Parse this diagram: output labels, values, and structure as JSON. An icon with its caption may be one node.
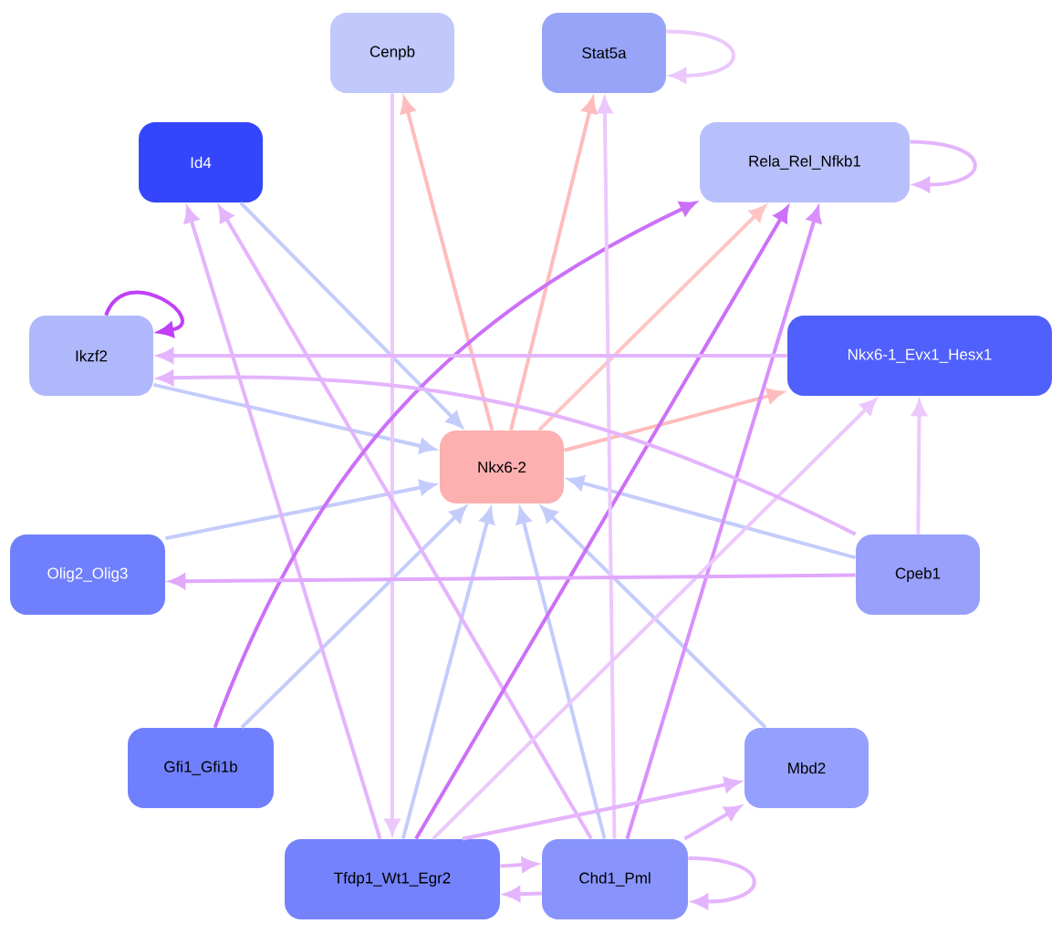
{
  "diagram": {
    "nodes": [
      {
        "text": [
          "Cenpb"
        ]
      },
      {
        "text": [
          "Stat5a"
        ]
      },
      {
        "text": [
          "Id4"
        ]
      },
      {
        "text": [
          "Rela_Rel_Nfkb1"
        ]
      },
      {
        "text": [
          "Ikzf2"
        ]
      },
      {
        "text": [
          "Nkx6-1_Evx1_Hesx1"
        ]
      },
      {
        "text": [
          "Nkx6-2"
        ]
      },
      {
        "text": [
          "Olig2_Olig3"
        ]
      },
      {
        "text": [
          "Cpeb1"
        ]
      },
      {
        "text": [
          "Gfi1_Gfi1b"
        ]
      },
      {
        "text": [
          "Mbd2"
        ]
      },
      {
        "text": [
          "Tfdp1_Wt1_Egr2"
        ]
      },
      {
        "text": [
          "Chd1_Pml"
        ]
      }
    ],
    "edges": [
      {
        "from": 6,
        "to": 0,
        "arrow": "to",
        "color": "#ffbcbc"
      },
      {
        "from": 6,
        "to": 1,
        "arrow": "to",
        "color": "#ffbcbc"
      },
      {
        "from": 6,
        "to": 3,
        "arrow": "to",
        "color": "#ffc4c4"
      },
      {
        "from": 6,
        "to": 5,
        "arrow": "to",
        "color": "#ffbcbc"
      },
      {
        "from": 1,
        "to": 1,
        "arrow": "to",
        "color": "#ecc8fc"
      },
      {
        "from": 3,
        "to": 3,
        "arrow": "to",
        "color": "#e4b4fc"
      },
      {
        "from": 2,
        "to": 6,
        "arrow": "to"
      },
      {
        "from": 4,
        "to": 6,
        "arrow": "to"
      },
      {
        "from": 4,
        "to": 4,
        "arrow": "to",
        "color": "#c040f8"
      },
      {
        "from": 7,
        "to": 6,
        "arrow": "to"
      },
      {
        "from": 9,
        "to": 6,
        "arrow": "to"
      },
      {
        "from": 11,
        "to": 6,
        "arrow": "to"
      },
      {
        "from": 12,
        "to": 6,
        "arrow": "to"
      },
      {
        "from": 10,
        "to": 6,
        "arrow": "to"
      },
      {
        "from": 8,
        "to": 6,
        "arrow": "to"
      },
      {
        "from": 0,
        "to": 11,
        "arrow": "to",
        "color": "#ecc8fc"
      },
      {
        "from": 11,
        "to": 2,
        "arrow": "to",
        "color": "#e4b4fc"
      },
      {
        "from": 12,
        "to": 2,
        "arrow": "to",
        "color": "#e4b4fc"
      },
      {
        "from": 9,
        "to": 3,
        "arrow": "to",
        "color": "#cc70f8"
      },
      {
        "from": 11,
        "to": 3,
        "arrow": "to",
        "color": "#cc70f8"
      },
      {
        "from": 12,
        "to": 3,
        "arrow": "to",
        "color": "#d890fc"
      },
      {
        "from": 12,
        "to": 1,
        "arrow": "to",
        "color": "#ecc8fc"
      },
      {
        "from": 11,
        "to": 5,
        "arrow": "to",
        "color": "#ecc8fc"
      },
      {
        "from": 8,
        "to": 5,
        "arrow": "to",
        "color": "#ecc8fc"
      },
      {
        "from": 8,
        "to": 7,
        "arrow": "to",
        "color": "#e0a8fc"
      },
      {
        "from": 5,
        "to": 4,
        "arrow": "to",
        "color": "#e4b4fc"
      },
      {
        "from": 8,
        "to": 4,
        "arrow": "to",
        "color": "#e4b4fc"
      },
      {
        "from": 11,
        "to": 10,
        "arrow": "to",
        "color": "#e4b4fc"
      },
      {
        "from": 12,
        "to": 10,
        "arrow": "to",
        "color": "#e4b4fc"
      },
      {
        "from": 12,
        "to": 12,
        "arrow": "to",
        "color": "#e4b4fc"
      },
      {
        "from": 11,
        "to": 12,
        "arrow": "to",
        "color": "#e4b4fc"
      },
      {
        "from": 12,
        "to": 11,
        "arrow": "to",
        "color": "#e4b4fc"
      }
    ]
  }
}
